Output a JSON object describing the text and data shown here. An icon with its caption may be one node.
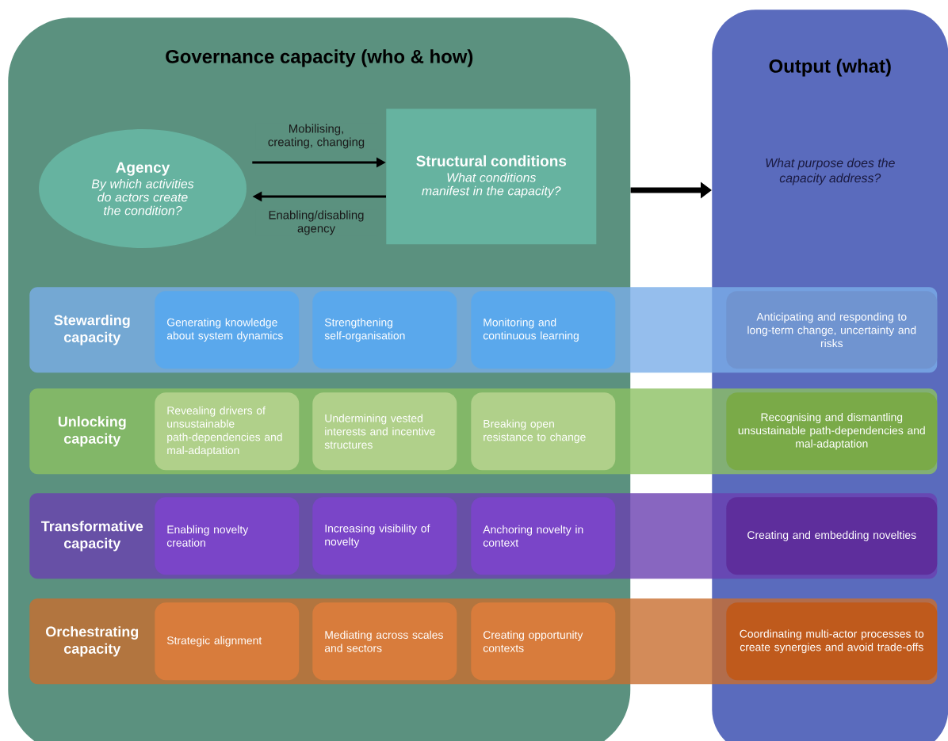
{
  "diagram": {
    "nodes": [
      {
        "text": [
          "Governance capacity (who & how)"
        ]
      },
      {
        "text": [
          "Agency",
          "By which activities do actors create the condition?"
        ],
        "in": 0
      },
      {
        "text": [
          "Structural conditions",
          "What conditions manifest in the capacity?"
        ],
        "in": 0
      },
      {
        "text": [
          "Output (what)",
          "What purpose does the capacity address?"
        ]
      },
      {
        "text": [
          "Stewarding capacity"
        ]
      },
      {
        "text": [
          "Generating knowledge about system dynamics"
        ]
      },
      {
        "text": [
          "Strengthening self-organisation"
        ]
      },
      {
        "text": [
          "Monitoring and continuous learning"
        ]
      },
      {
        "text": [
          "Anticipating and responding to long-term change, uncertainty and risks"
        ]
      },
      {
        "text": [
          "Unlocking capacity"
        ]
      },
      {
        "text": [
          "Revealing drivers of unsustainable path-dependencies and mal-adaptation"
        ]
      },
      {
        "text": [
          "Undermining vested interests and incentive structures"
        ]
      },
      {
        "text": [
          "Breaking open resistance to change"
        ]
      },
      {
        "text": [
          "Recognising and dismantling unsustainable path-dependencies and mal-adaptation"
        ]
      },
      {
        "text": [
          "Transformative capacity"
        ]
      },
      {
        "text": [
          "Enabling novelty creation"
        ]
      },
      {
        "text": [
          "Increasing visibility of novelty"
        ]
      },
      {
        "text": [
          "Anchoring novelty in context"
        ]
      },
      {
        "text": [
          "Creating and embedding novelties"
        ]
      },
      {
        "text": [
          "Orchestrating capacity"
        ]
      },
      {
        "text": [
          "Strategic alignment"
        ]
      },
      {
        "text": [
          "Mediating across scales and sectors"
        ]
      },
      {
        "text": [
          "Creating opportunity contexts"
        ]
      },
      {
        "text": [
          "Coordinating multi-actor processes to create synergies and avoid trade-offs"
        ]
      }
    ],
    "edges": [
      {
        "from": 1,
        "to": 2,
        "arrow": "to",
        "label": "Mobilising, creating, changing"
      },
      {
        "from": 2,
        "to": 1,
        "arrow": "to",
        "label": "Enabling/disabling agency"
      },
      {
        "from": 0,
        "to": 3,
        "arrow": "to",
        "style": "thick"
      }
    ]
  }
}
